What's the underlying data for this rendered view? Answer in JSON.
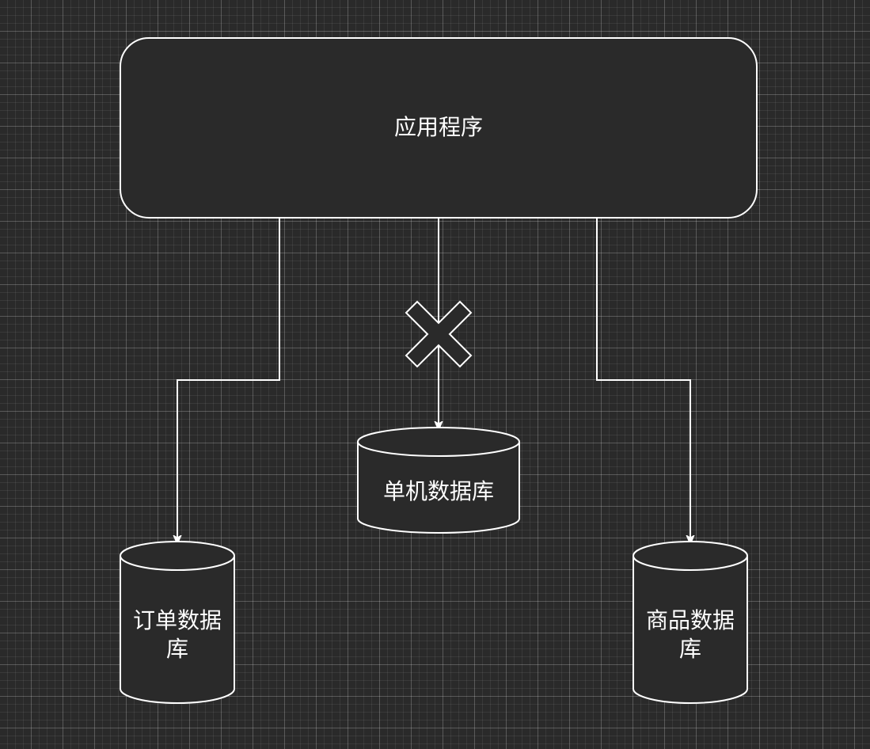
{
  "diagram": {
    "application": {
      "label": "应用程序"
    },
    "databases": {
      "single": {
        "label": "单机数据库"
      },
      "order": {
        "line1": "订单数据",
        "line2": "库"
      },
      "product": {
        "line1": "商品数据",
        "line2": "库"
      }
    },
    "colors": {
      "background": "#2a2a2a",
      "node_fill": "#2a2a2a",
      "stroke": "#ffffff",
      "text": "#ffffff"
    }
  }
}
